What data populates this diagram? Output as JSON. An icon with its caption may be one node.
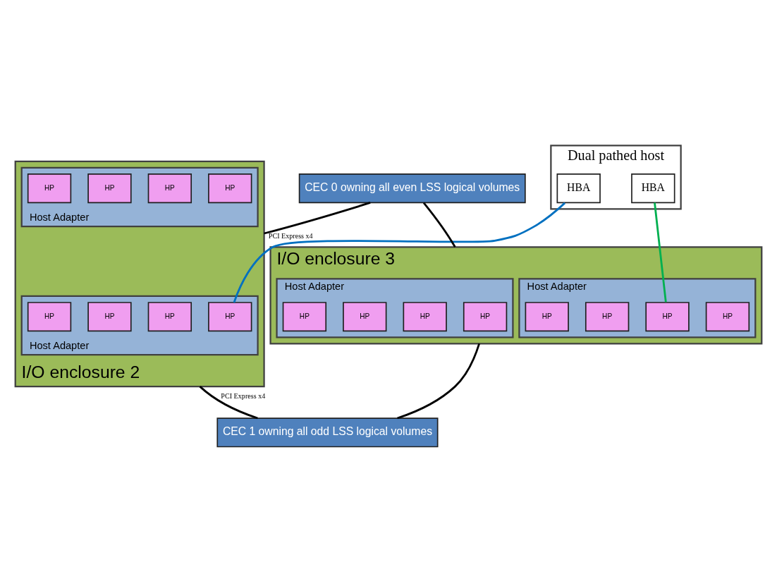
{
  "diagram": {
    "nodes": [
      {
        "text": [
          "Dual pathed host"
        ]
      },
      {
        "text": [
          "HBA"
        ],
        "in": 0
      },
      {
        "text": [
          "HBA"
        ],
        "in": 0
      },
      {
        "text": [
          "I/O enclosure 2"
        ]
      },
      {
        "text": [
          "Host Adapter"
        ],
        "in": 3
      },
      {
        "text": [
          "HP"
        ],
        "in": 4
      },
      {
        "text": [
          "HP"
        ],
        "in": 4
      },
      {
        "text": [
          "HP"
        ],
        "in": 4
      },
      {
        "text": [
          "HP"
        ],
        "in": 4
      },
      {
        "text": [
          "Host Adapter"
        ],
        "in": 3
      },
      {
        "text": [
          "HP"
        ],
        "in": 9
      },
      {
        "text": [
          "HP"
        ],
        "in": 9
      },
      {
        "text": [
          "HP"
        ],
        "in": 9
      },
      {
        "text": [
          "HP"
        ],
        "in": 9
      },
      {
        "text": [
          "I/O enclosure 3"
        ]
      },
      {
        "text": [
          "Host Adapter"
        ],
        "in": 14
      },
      {
        "text": [
          "HP"
        ],
        "in": 15
      },
      {
        "text": [
          "HP"
        ],
        "in": 15
      },
      {
        "text": [
          "HP"
        ],
        "in": 15
      },
      {
        "text": [
          "HP"
        ],
        "in": 15
      },
      {
        "text": [
          "Host Adapter"
        ],
        "in": 14
      },
      {
        "text": [
          "HP"
        ],
        "in": 20
      },
      {
        "text": [
          "HP"
        ],
        "in": 20
      },
      {
        "text": [
          "HP"
        ],
        "in": 20
      },
      {
        "text": [
          "HP"
        ],
        "in": 20
      },
      {
        "text": [
          "CEC 0 owning all even LSS logical volumes"
        ]
      },
      {
        "text": [
          "CEC 1 owning all odd LSS logical volumes"
        ]
      }
    ],
    "edges": [
      {
        "from": 1,
        "to": 6,
        "arrow": "none",
        "color": "#0070c0"
      },
      {
        "from": 2,
        "to": 22,
        "arrow": "none",
        "color": "#00b050"
      },
      {
        "from": 25,
        "to": 3,
        "arrow": "none",
        "label": "PCI Express x4"
      },
      {
        "from": 25,
        "to": 14,
        "arrow": "none"
      },
      {
        "from": 3,
        "to": 26,
        "arrow": "none",
        "label": "PCI Express x4"
      },
      {
        "from": 14,
        "to": 26,
        "arrow": "none"
      }
    ]
  }
}
